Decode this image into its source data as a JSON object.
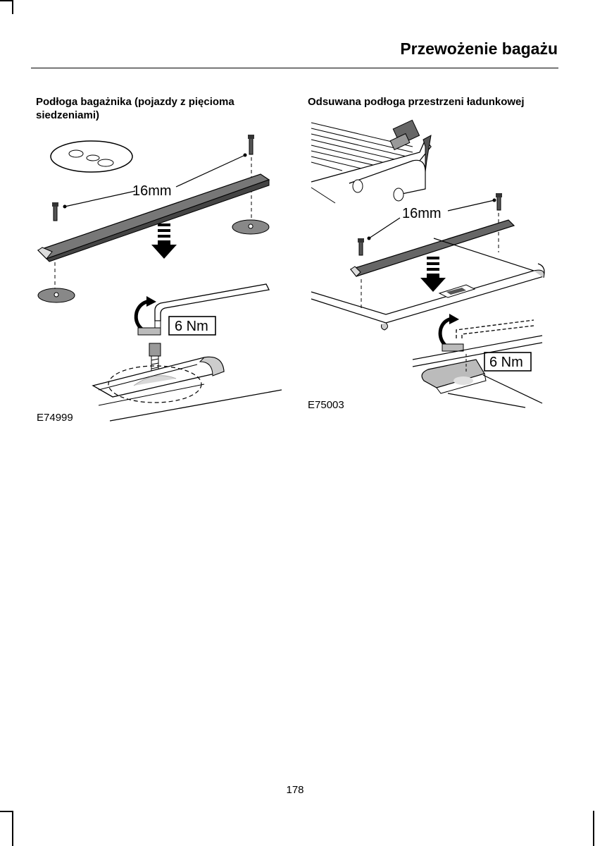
{
  "header": {
    "title": "Przewożenie bagażu"
  },
  "left": {
    "heading": "Podłoga bagażnika (pojazdy z pięcioma siedzeniami)",
    "figure": {
      "size_label": "16mm",
      "torque_label": "6 Nm",
      "code": "E74999"
    }
  },
  "right": {
    "heading": "Odsuwana podłoga przestrzeni ładunkowej",
    "figure": {
      "size_label": "16mm",
      "torque_label": "6 Nm",
      "code": "E75003"
    }
  },
  "footer": {
    "page_number": "178"
  }
}
